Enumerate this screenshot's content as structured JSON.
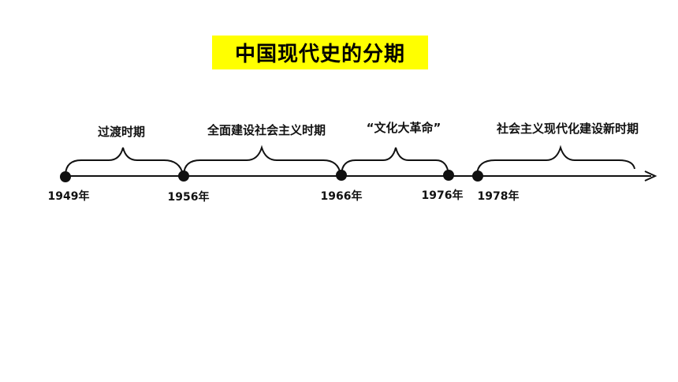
{
  "title": "中国现代史的分期",
  "colors": {
    "title_bg": "#ffff00",
    "ink": "#111111"
  },
  "timeline": {
    "years": [
      {
        "label": "1949年"
      },
      {
        "label": "1956年"
      },
      {
        "label": "1966年"
      },
      {
        "label": "1976年"
      },
      {
        "label": "1978年"
      }
    ],
    "periods": [
      {
        "label": "过渡时期"
      },
      {
        "label": "全面建设社会主义时期"
      },
      {
        "label": "“文化大革命”"
      },
      {
        "label": "社会主义现代化建设新时期"
      }
    ]
  }
}
